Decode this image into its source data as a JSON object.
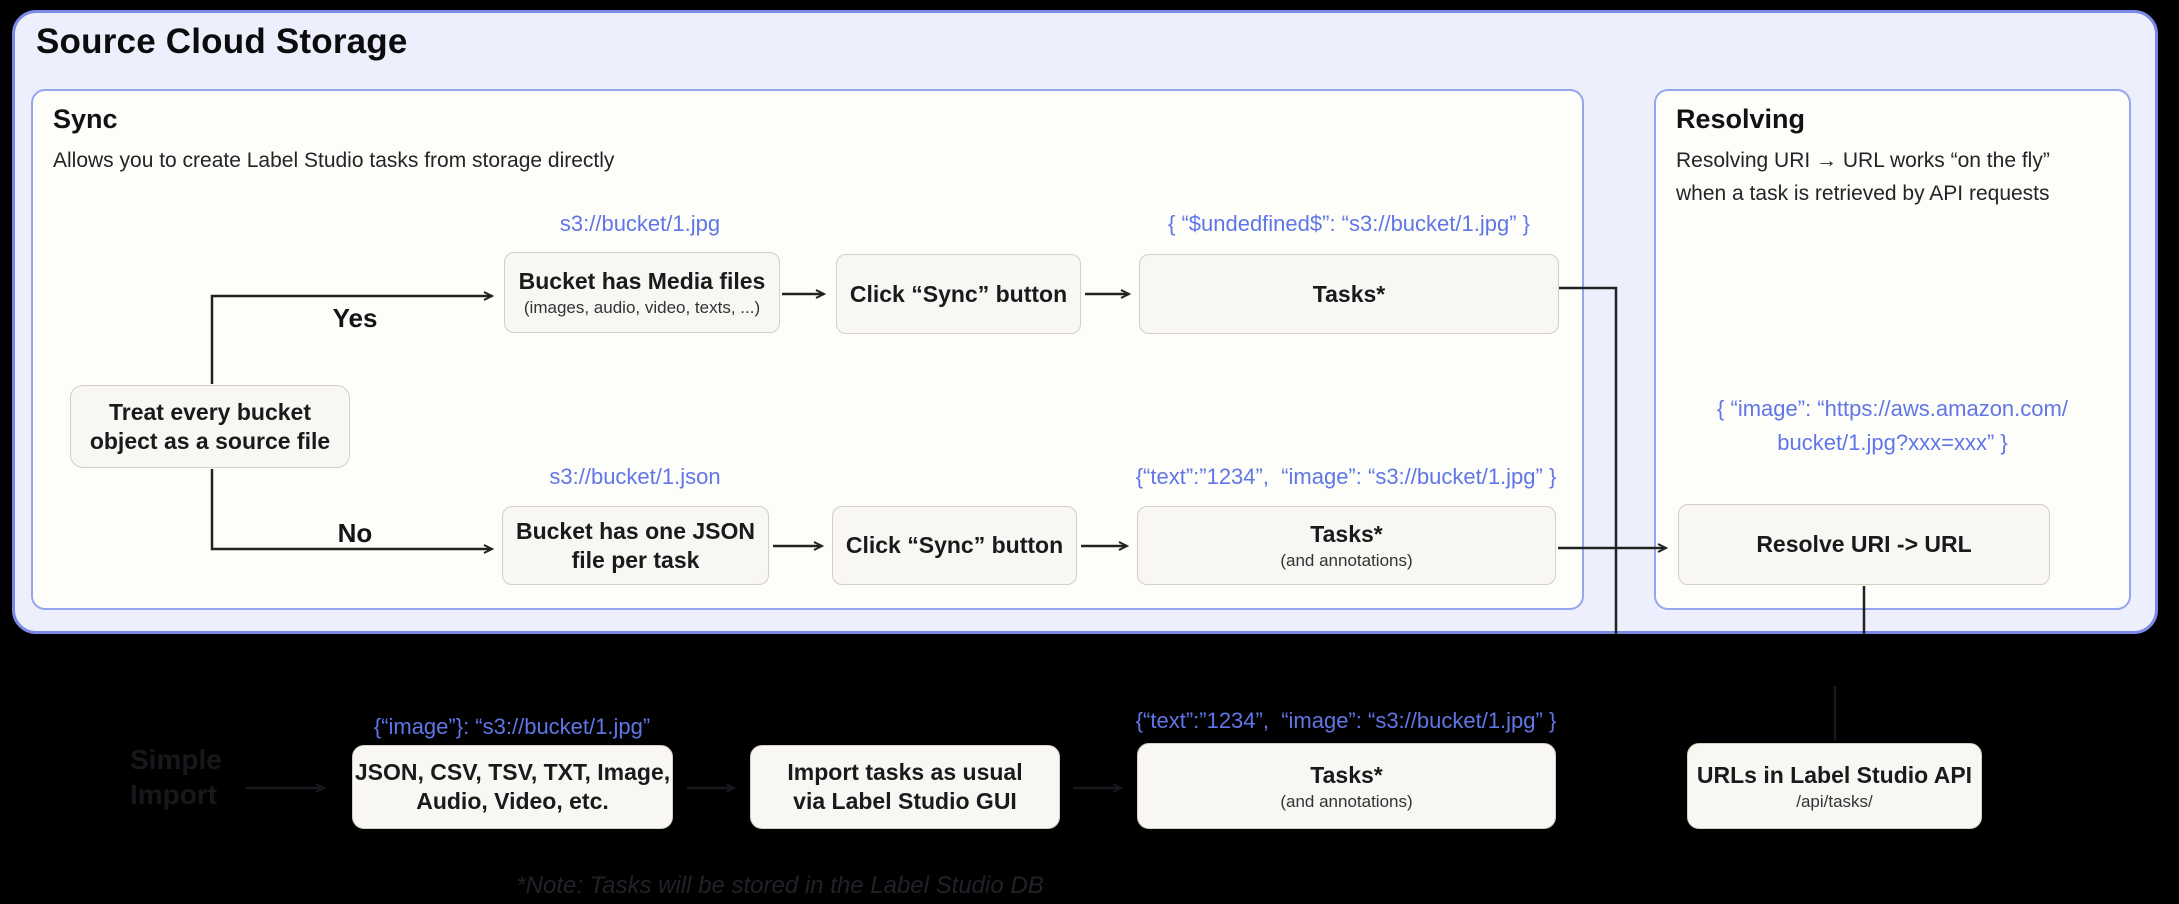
{
  "header": {
    "title": "Source Cloud Storage"
  },
  "colors": {
    "page_bg": "#000000",
    "outer_panel_bg": "#edeffc",
    "outer_panel_border": "#7b8ae6",
    "inner_panel_bg": "#fdfdfa",
    "inner_panel_border": "#97a5ef",
    "flow_box_bg": "#f8f7f3",
    "flow_box_border": "#d5cfc2",
    "annotation_blue": "#6176e6",
    "connector_dark": "#222222",
    "connector_faint": "#17191e"
  },
  "sync": {
    "title": "Sync",
    "subtitle": "Allows you to create Label Studio tasks from storage directly",
    "decision": {
      "line1": "Treat every bucket",
      "line2": "object as a source file"
    },
    "yes_label": "Yes",
    "no_label": "No",
    "row1": {
      "annotation": "s3://bucket/1.jpg",
      "media_box": {
        "title": "Bucket has Media files",
        "subtitle": "(images, audio, video, texts, ...)"
      },
      "sync_button_box": {
        "title": "Click “Sync” button"
      },
      "tasks_annotation": "{ “$undedfined$”: “s3://bucket/1.jpg” }",
      "tasks_box": {
        "title": "Tasks*"
      }
    },
    "row2": {
      "annotation": "s3://bucket/1.json",
      "json_box": {
        "line1": "Bucket has one JSON",
        "line2": "file per task"
      },
      "sync_button_box": {
        "title": "Click “Sync” button"
      },
      "tasks_annotation": "{“text”:”1234”,  “image”: “s3://bucket/1.jpg” }",
      "tasks_box": {
        "title": "Tasks*",
        "subtitle": "(and annotations)"
      }
    }
  },
  "resolving": {
    "title": "Resolving",
    "description": {
      "line1": "Resolving URI → URL works “on the fly”",
      "line2": "when a task is retrieved by API requests"
    },
    "annotation": {
      "line1": "{ “image”: “https://aws.amazon.com/",
      "line2": "bucket/1.jpg?xxx=xxx” }"
    },
    "resolve_box": {
      "title": "Resolve URI -> URL"
    }
  },
  "import_row": {
    "hidden_label": {
      "line1": "Simple",
      "line2": "Import"
    },
    "formats_annotation": "{“image”}: “s3://bucket/1.jpg”",
    "formats_box": {
      "line1": "JSON, CSV, TSV, TXT, Image,",
      "line2": "Audio, Video, etc."
    },
    "gui_box": {
      "line1": "Import tasks as usual",
      "line2": "via Label Studio GUI"
    },
    "tasks_annotation": "{“text”:”1234”,  “image”: “s3://bucket/1.jpg” }",
    "tasks_box": {
      "title": "Tasks*",
      "subtitle": "(and annotations)"
    },
    "api_box": {
      "title": "URLs in Label Studio API",
      "subtitle": "/api/tasks/"
    }
  },
  "footnote": "*Note: Tasks will be stored in the Label Studio DB"
}
